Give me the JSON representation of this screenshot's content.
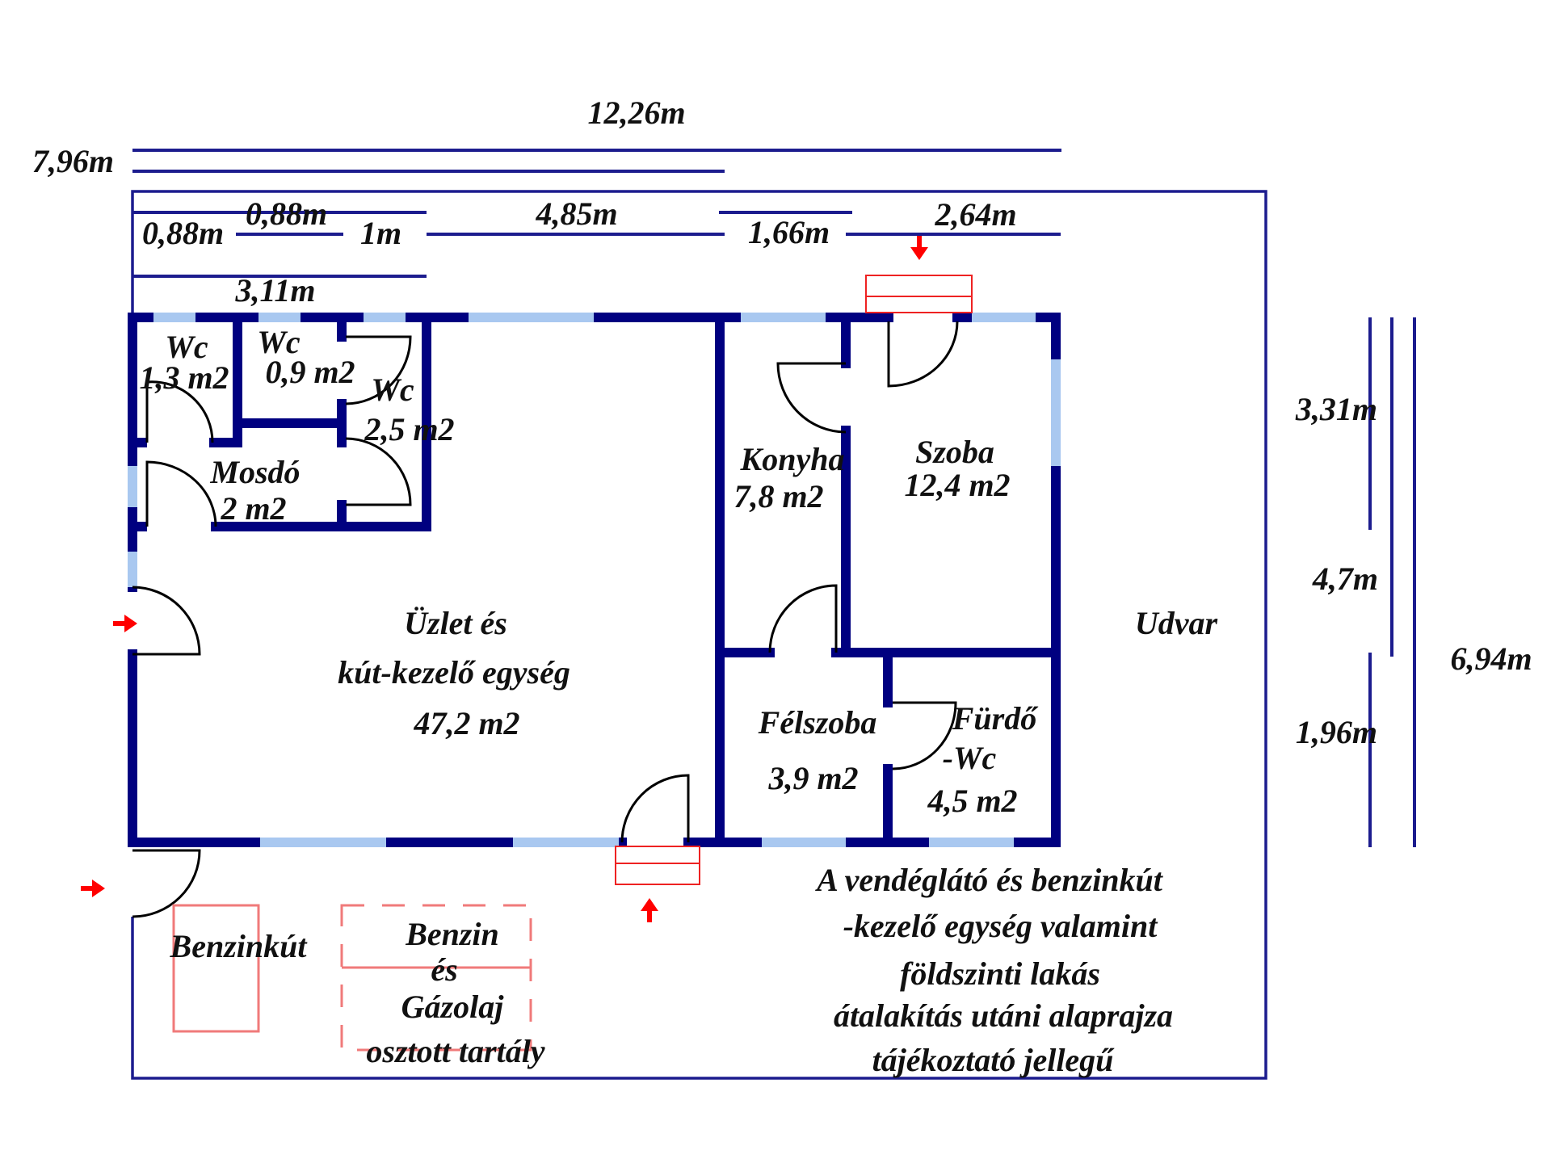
{
  "plan": {
    "title_caption": [
      "A vendéglátó és benzinkút",
      "-kezelő egység valamint",
      "földszinti lakás",
      "átalakítás utáni alaprajza",
      "tájékoztató jellegű"
    ],
    "dimensions": {
      "top_total": "12,26m",
      "top_left": "7,96m",
      "wc1_width": "0,88m",
      "wc2_width": "0,88m",
      "wc3_width": "1m",
      "shop_width": "4,85m",
      "kitchen_width": "1,66m",
      "room_width": "2,64m",
      "wash_block_width": "3,11m",
      "right_top": "3,31m",
      "right_middle": "4,7m",
      "right_bottom": "1,96m",
      "right_total": "6,94m"
    },
    "rooms": {
      "wc1": {
        "name": "Wc",
        "area": "1,3 m2"
      },
      "wc2": {
        "name": "Wc",
        "area": "0,9 m2"
      },
      "wc3": {
        "name": "Wc",
        "area": "2,5 m2"
      },
      "mosdo": {
        "name": "Mosdó",
        "area": "2 m2"
      },
      "shop": {
        "name_line1": "Üzlet és",
        "name_line2": "kút-kezelő egység",
        "area": "47,2 m2"
      },
      "konyha": {
        "name": "Konyha",
        "area": "7,8 m2"
      },
      "szoba": {
        "name": "Szoba",
        "area": "12,4 m2"
      },
      "felszoba": {
        "name": "Félszoba",
        "area": "3,9 m2"
      },
      "furdo": {
        "name_line1": "Fürdő",
        "name_line2": "-Wc",
        "area": "4,5 m2"
      }
    },
    "outside": {
      "yard": "Udvar",
      "pump": "Benzinkút",
      "tank_lines": [
        "Benzin",
        "és",
        "Gázolaj",
        "osztott tartály"
      ]
    },
    "colors": {
      "wall": "#000080",
      "window": "#a9c8f0",
      "dimension_line": "#1c1c8e",
      "entrance_marker": "#ff0000",
      "equipment_outline": "#f07a7a"
    }
  }
}
